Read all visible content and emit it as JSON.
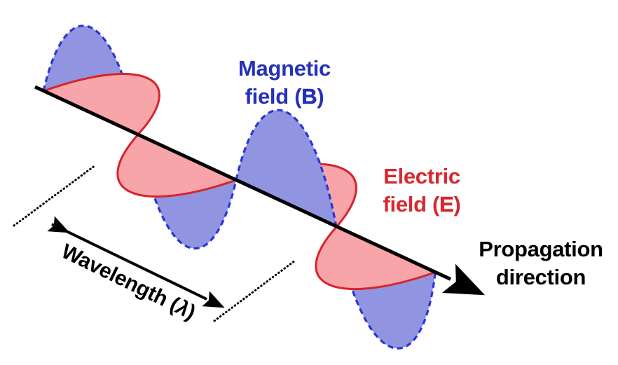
{
  "diagram": {
    "title_implicit": "Electromagnetic wave",
    "labels": {
      "magnetic": {
        "line1": "Magnetic",
        "line2_pre": "field (",
        "symbol": "B",
        "line2_post": ")"
      },
      "electric": {
        "line1": "Electric",
        "line2_pre": "field (",
        "symbol": "E",
        "line2_post": ")"
      },
      "propagation": {
        "line1": "Propagation",
        "line2": "direction"
      },
      "wavelength": {
        "pre": "Wavelength (",
        "symbol": "λ",
        "post": ")"
      }
    },
    "colors": {
      "magnetic_text": "#2531b8",
      "magnetic_stroke": "#2a36d2",
      "magnetic_fill": "#9195e1",
      "electric_text": "#d6282e",
      "electric_stroke": "#d7232b",
      "electric_fill": "#f8a5a9",
      "axis_black": "#000000",
      "background": "#ffffff"
    }
  }
}
